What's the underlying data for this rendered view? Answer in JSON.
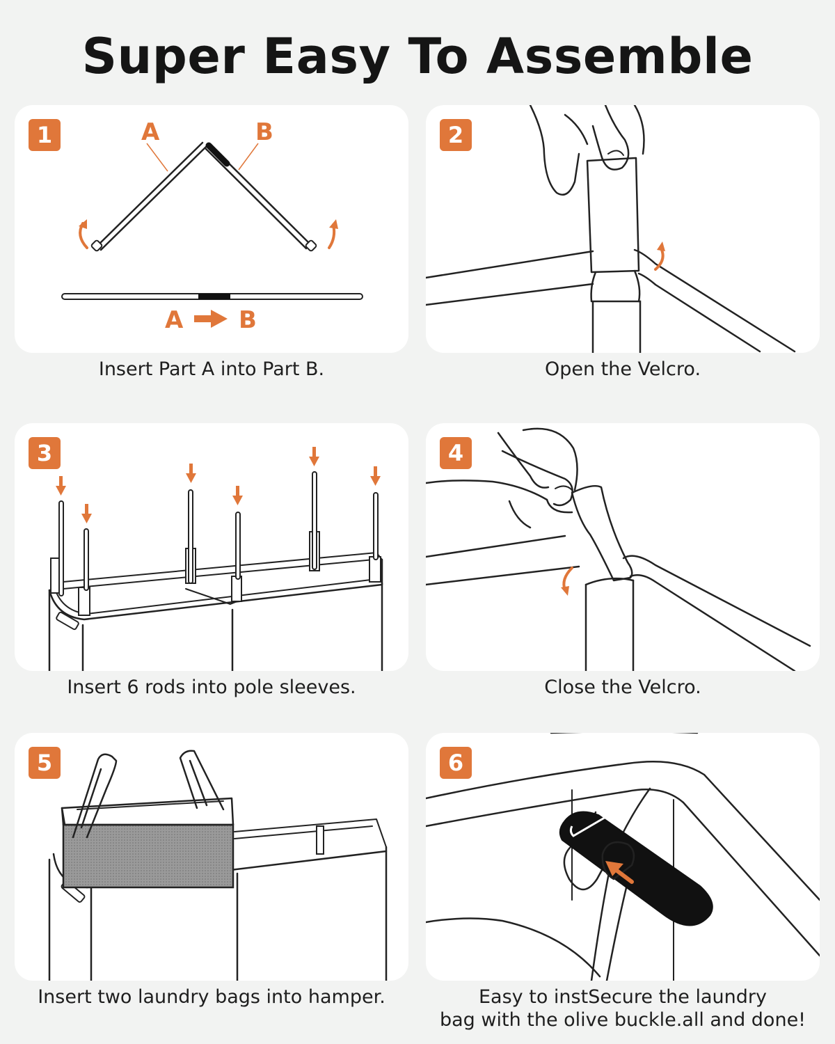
{
  "title": "Super Easy To Assemble",
  "colors": {
    "accent": "#e0773a",
    "background": "#f2f3f2",
    "panel": "#ffffff"
  },
  "steps": [
    {
      "number": "1",
      "caption": "Insert Part A into Part B.",
      "labels": {
        "a": "A",
        "b": "B",
        "from": "A",
        "to": "B"
      }
    },
    {
      "number": "2",
      "caption": "Open the Velcro."
    },
    {
      "number": "3",
      "caption": "Insert 6 rods into pole sleeves."
    },
    {
      "number": "4",
      "caption": "Close the Velcro."
    },
    {
      "number": "5",
      "caption": "Insert two laundry bags into hamper."
    },
    {
      "number": "6",
      "caption_line1": "Easy to instSecure the laundry",
      "caption_line2": "bag with the olive buckle.all and done!"
    }
  ]
}
